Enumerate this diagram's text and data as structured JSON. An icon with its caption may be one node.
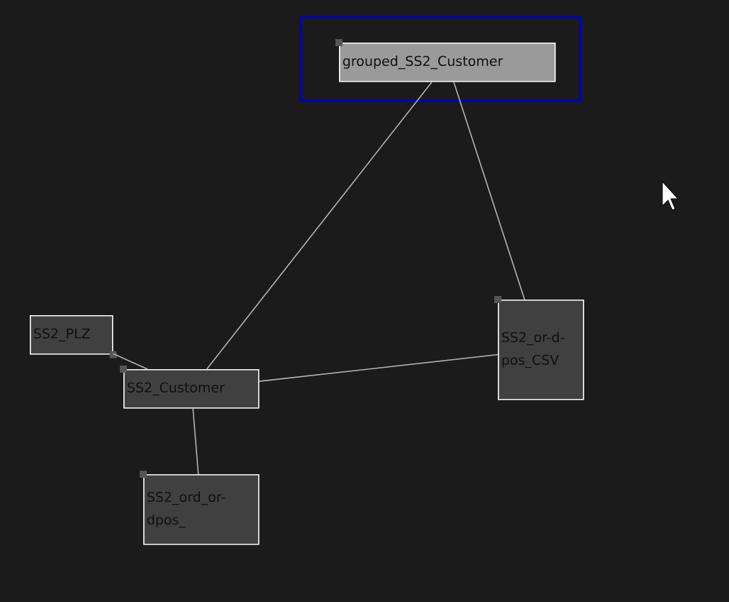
{
  "diagram": {
    "nodes": [
      {
        "text": [
          "grouped_SS2_Customer"
        ]
      },
      {
        "text": [
          "SS2_PLZ"
        ]
      },
      {
        "text": [
          "SS2_Customer"
        ]
      },
      {
        "text": [
          "SS2_or-d-pos_CSV"
        ]
      },
      {
        "text": [
          "SS2_ord_or-dpos_"
        ]
      }
    ],
    "edges": [
      {
        "from": 0,
        "to": 2,
        "arrow": "none"
      },
      {
        "from": 0,
        "to": 3,
        "arrow": "none"
      },
      {
        "from": 1,
        "to": 2,
        "arrow": "none"
      },
      {
        "from": 2,
        "to": 3,
        "arrow": "none"
      },
      {
        "from": 2,
        "to": 4,
        "arrow": "none"
      }
    ]
  }
}
